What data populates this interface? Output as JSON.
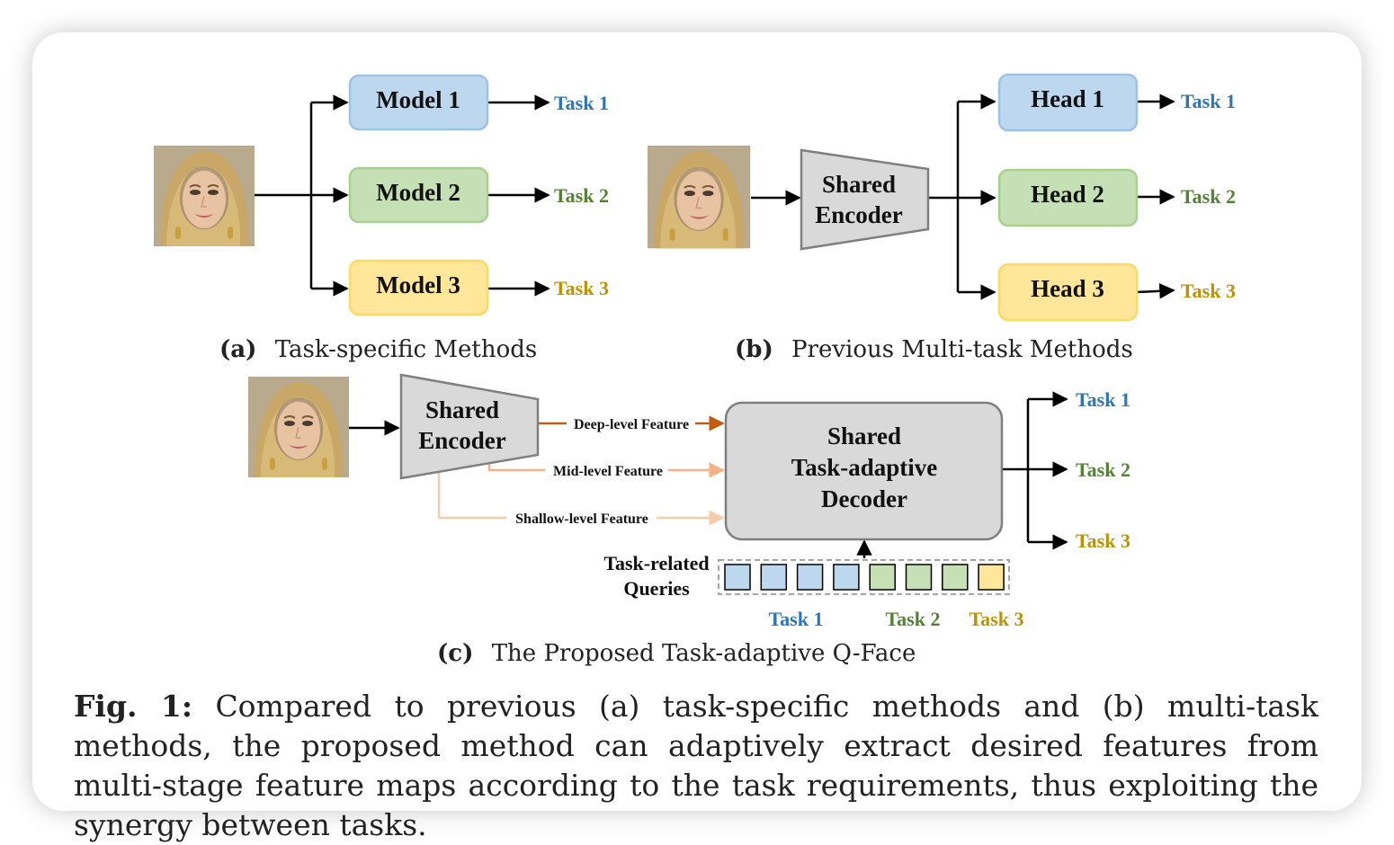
{
  "colors": {
    "task1": "#2e75b6",
    "task2": "#548235",
    "task3": "#bf9000",
    "blue_box_fill": "#bdd7ee",
    "blue_box_stroke": "#9dc3e6",
    "green_box_fill": "#c5e0b4",
    "green_box_stroke": "#a9d18e",
    "yellow_box_fill": "#ffe699",
    "yellow_box_stroke": "#ffd966",
    "encoder_fill": "#d9d9d9",
    "encoder_stroke": "#7f7f7f",
    "deep_feature_arrow": "#c55a11",
    "mid_feature_arrow": "#f4b183",
    "shallow_feature_arrow": "#f8cbad"
  },
  "panel_a": {
    "input_image_icon": "face-photo",
    "models": [
      "Model 1",
      "Model 2",
      "Model 3"
    ],
    "tasks": [
      "Task 1",
      "Task 2",
      "Task 3"
    ],
    "caption_label": "(a)",
    "caption_text": "Task-specific Methods"
  },
  "panel_b": {
    "input_image_icon": "face-photo",
    "encoder_lines": [
      "Shared",
      "Encoder"
    ],
    "heads": [
      "Head 1",
      "Head 2",
      "Head 3"
    ],
    "tasks": [
      "Task 1",
      "Task 2",
      "Task 3"
    ],
    "caption_label": "(b)",
    "caption_text": "Previous Multi-task Methods"
  },
  "panel_c": {
    "input_image_icon": "face-photo",
    "encoder_lines": [
      "Shared",
      "Encoder"
    ],
    "features": [
      "Deep-level Feature",
      "Mid-level Feature",
      "Shallow-level Feature"
    ],
    "decoder_lines": [
      "Shared",
      "Task-adaptive",
      "Decoder"
    ],
    "tasks": [
      "Task 1",
      "Task 2",
      "Task 3"
    ],
    "queries_label_lines": [
      "Task-related",
      "Queries"
    ],
    "query_tasks": [
      1,
      1,
      1,
      1,
      2,
      2,
      2,
      3
    ],
    "query_group_labels": [
      "Task 1",
      "Task 2",
      "Task 3"
    ],
    "caption_label": "(c)",
    "caption_text": "The Proposed Task-adaptive Q-Face"
  },
  "figure_caption": {
    "label": "Fig. 1:",
    "text": "Compared to previous (a) task-specific methods and (b) multi-task methods, the proposed method can adaptively extract desired features from multi-stage feature maps according to the task requirements, thus exploiting the synergy between tasks."
  }
}
